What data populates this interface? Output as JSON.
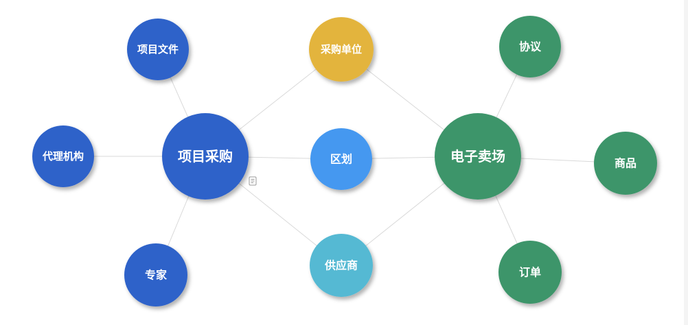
{
  "colors": {
    "blue": "#2f62c9",
    "yellow": "#e3b43c",
    "green": "#3e956a",
    "lightblue": "#4498f0",
    "cyan": "#55b9d3",
    "edge": "#d9d9d9"
  },
  "nodes": [
    {
      "id": "xmcg",
      "label": "项目采购",
      "color": "blue",
      "main": true
    },
    {
      "id": "dzmc",
      "label": "电子卖场",
      "color": "green",
      "main": true
    },
    {
      "id": "xmwj",
      "label": "项目文件",
      "color": "blue"
    },
    {
      "id": "dljg",
      "label": "代理机构",
      "color": "blue"
    },
    {
      "id": "zj",
      "label": "专家",
      "color": "blue"
    },
    {
      "id": "cgdw",
      "label": "采购单位",
      "color": "yellow"
    },
    {
      "id": "qh",
      "label": "区划",
      "color": "lightblue"
    },
    {
      "id": "gys",
      "label": "供应商",
      "color": "cyan"
    },
    {
      "id": "xy",
      "label": "协议",
      "color": "green"
    },
    {
      "id": "sp",
      "label": "商品",
      "color": "green"
    },
    {
      "id": "dd",
      "label": "订单",
      "color": "green"
    }
  ],
  "edges": [
    [
      "xmwj",
      "xmcg"
    ],
    [
      "dljg",
      "xmcg"
    ],
    [
      "zj",
      "xmcg"
    ],
    [
      "xmcg",
      "cgdw"
    ],
    [
      "xmcg",
      "qh"
    ],
    [
      "xmcg",
      "gys"
    ],
    [
      "cgdw",
      "dzmc"
    ],
    [
      "qh",
      "dzmc"
    ],
    [
      "gys",
      "dzmc"
    ],
    [
      "dzmc",
      "xy"
    ],
    [
      "dzmc",
      "sp"
    ],
    [
      "dzmc",
      "dd"
    ]
  ],
  "note_icon": "note-icon"
}
